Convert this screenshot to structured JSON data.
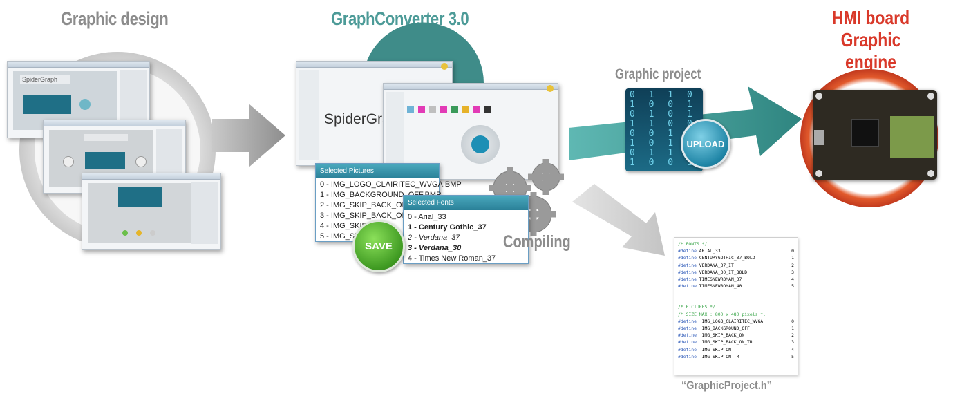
{
  "stages": {
    "design_title": "Graphic design",
    "converter_title": "GraphConverter 3.0",
    "board_title_line1": "HMI board",
    "board_title_line2": "Graphic engine"
  },
  "design_screens": {
    "logo_text": "SpiderGraph"
  },
  "converter": {
    "logo_text": "SpiderGra",
    "pictures_panel": {
      "header": "Selected Pictures",
      "items": [
        "0 - IMG_LOGO_CLAIRITEC_WVGA.BMP",
        "1 - IMG_BACKGROUND_OFF.BMP",
        "2 - IMG_SKIP_BACK_ON.BMP",
        "3 - IMG_SKIP_BACK_ON_TR",
        "4 - IMG_SKIP",
        "5 - IMG_SK"
      ]
    },
    "fonts_panel": {
      "header": "Selected Fonts",
      "items": [
        "0 - Arial_33",
        "1 - Century Gothic_37",
        "2 - Verdana_37",
        "3 - Verdana_30",
        "4 - Times New Roman_37"
      ]
    },
    "save_label": "SAVE",
    "compiling_label": "Compiling"
  },
  "project": {
    "label": "Graphic project",
    "upload_label": "UPLOAD"
  },
  "header_file": {
    "caption": "“GraphicProject.h”",
    "fonts_comment": "/* FONTS */",
    "font_defines": [
      {
        "name": "ARIAL_33",
        "value": "0"
      },
      {
        "name": "CENTURYGOTHIC_37_BOLD",
        "value": "1"
      },
      {
        "name": "VERDANA_37_IT",
        "value": "2"
      },
      {
        "name": "VERDANA_30_IT_BOLD",
        "value": "3"
      },
      {
        "name": "TIMESNEWROMAN_37",
        "value": "4"
      },
      {
        "name": "TIMESNEWROMAN_40",
        "value": "5"
      }
    ],
    "pictures_comment": "/* PICTURES */",
    "size_comment": "/* SIZE MAX : 800 x 480 pixels *.",
    "picture_defines": [
      {
        "name": "IMG_LOGO_CLAIRITEC_WVGA",
        "value": "0"
      },
      {
        "name": "IMG_BACKGROUND_OFF",
        "value": "1"
      },
      {
        "name": "IMG_SKIP_BACK_ON",
        "value": "2"
      },
      {
        "name": "IMG_SKIP_BACK_ON_TR",
        "value": "3"
      },
      {
        "name": "IMG_SKIP_ON",
        "value": "4"
      },
      {
        "name": "IMG_SKIP_ON_TR",
        "value": "5"
      }
    ],
    "define_keyword": "#define"
  },
  "colors": {
    "gray_title": "#8c8c8c",
    "teal_title": "#4d9b98",
    "red_title": "#d9392a",
    "teal_arrow": "#3f8f8c",
    "save_green": "#4caf2a"
  }
}
